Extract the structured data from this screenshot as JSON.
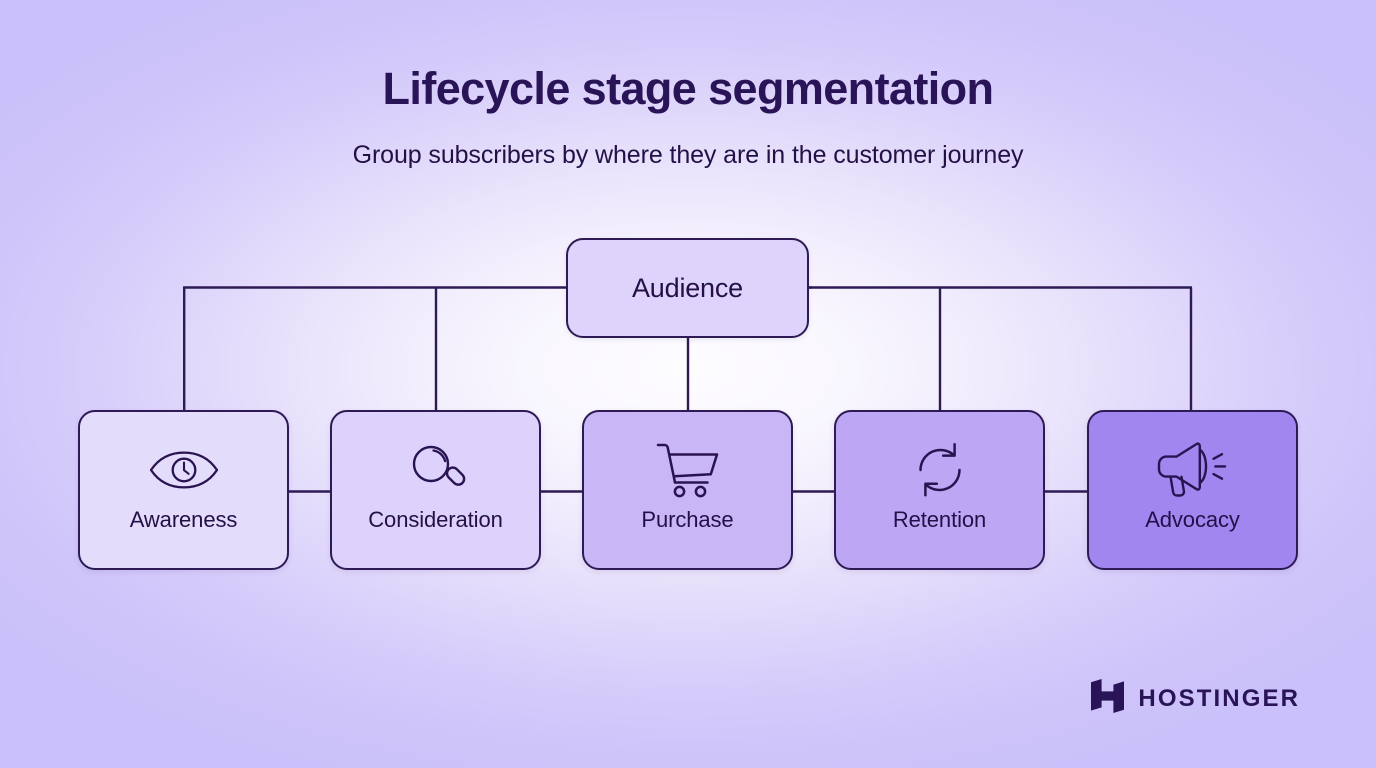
{
  "header": {
    "title": "Lifecycle stage segmentation",
    "subtitle": "Group subscribers by where they are in the customer journey"
  },
  "diagram": {
    "root": {
      "label": "Audience",
      "icon": "none",
      "fill": "#ddd3fb"
    },
    "stages": [
      {
        "label": "Awareness",
        "icon": "eye-icon",
        "fill": "#e3ddfb"
      },
      {
        "label": "Consideration",
        "icon": "magnifier-icon",
        "fill": "#ddd2fb"
      },
      {
        "label": "Purchase",
        "icon": "shopping-cart-icon",
        "fill": "#c9b6f6"
      },
      {
        "label": "Retention",
        "icon": "refresh-cycle-icon",
        "fill": "#bda7f4"
      },
      {
        "label": "Advocacy",
        "icon": "megaphone-icon",
        "fill": "#a286ef"
      }
    ]
  },
  "brand": {
    "name": "HOSTINGER",
    "mark_icon": "hostinger-h-logo-icon"
  },
  "colors": {
    "ink": "#2a1458",
    "stroke": "#2e1a55",
    "background_center": "#fbfafe",
    "background_edge": "#cdc4fb"
  }
}
